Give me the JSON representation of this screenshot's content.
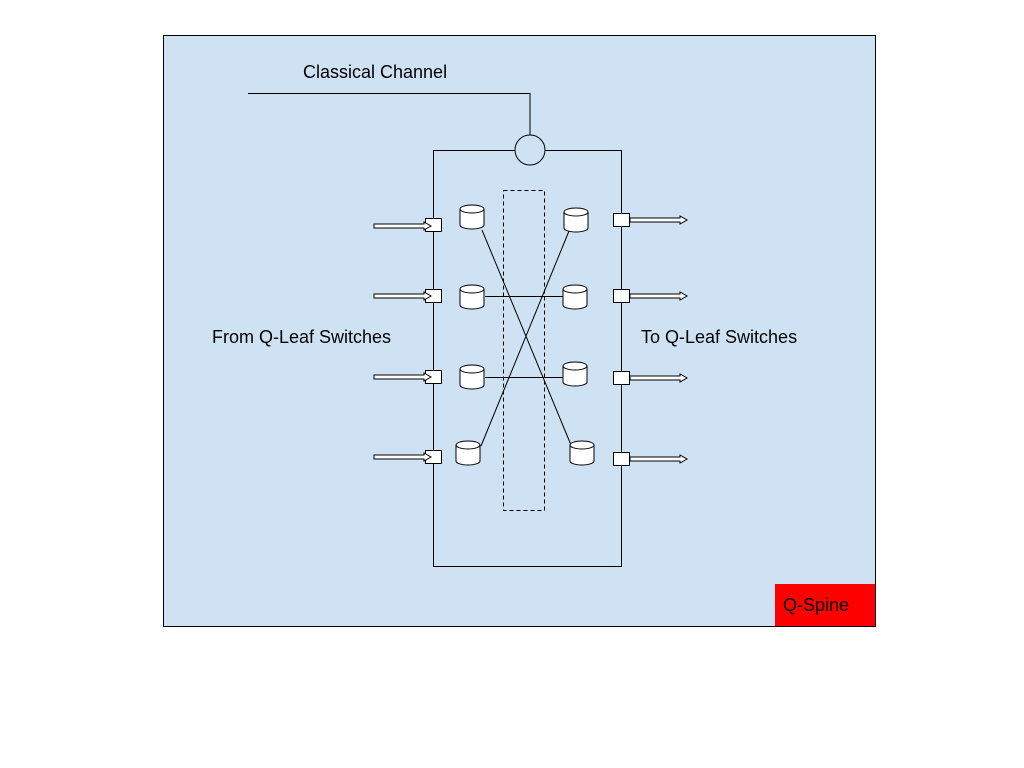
{
  "labels": {
    "classical_channel": "Classical Channel",
    "from_leaf": "From Q-Leaf Switches",
    "to_leaf": "To Q-Leaf Switches",
    "spine_badge": "Q-Spine"
  },
  "colors": {
    "background_panel": "#cfe2f3",
    "badge": "#ff0000",
    "line": "#000000",
    "page": "#ffffff"
  },
  "ports": {
    "inputs": 4,
    "outputs": 4
  },
  "connections": [
    {
      "from": "left-1",
      "to": "right-4"
    },
    {
      "from": "left-2",
      "to": "right-2"
    },
    {
      "from": "left-3",
      "to": "right-3"
    },
    {
      "from": "left-4",
      "to": "right-1"
    }
  ]
}
